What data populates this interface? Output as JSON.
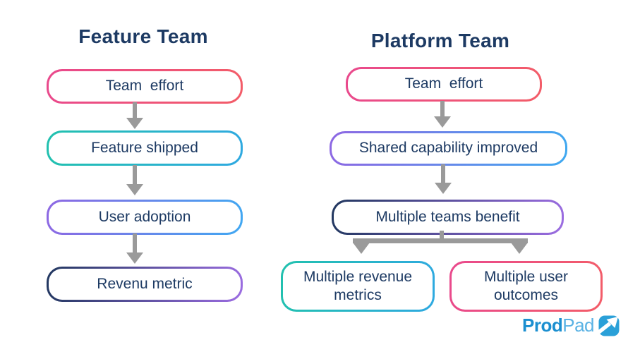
{
  "diagram": {
    "left": {
      "title": "Feature Team",
      "nodes": [
        {
          "label": "Team  effort",
          "grad": [
            "#e9498d",
            "#f35d68"
          ]
        },
        {
          "label": "Feature shipped",
          "grad": [
            "#21c1ae",
            "#2fa9e1"
          ]
        },
        {
          "label": "User adoption",
          "grad": [
            "#8e67e3",
            "#41a8f2"
          ]
        },
        {
          "label": "Revenu metric",
          "grad": [
            "#21375f",
            "#9c6de2"
          ]
        }
      ]
    },
    "right": {
      "title": "Platform Team",
      "nodes": [
        {
          "label": "Team  effort",
          "grad": [
            "#e9498d",
            "#f35d68"
          ]
        },
        {
          "label": "Shared capability improved",
          "grad": [
            "#8e67e3",
            "#3fa9f0"
          ]
        },
        {
          "label": "Multiple teams benefit",
          "grad": [
            "#21375f",
            "#9c6de2"
          ]
        },
        {
          "label": "Multiple revenue metrics",
          "grad": [
            "#21c1ae",
            "#2fa9e1"
          ]
        },
        {
          "label": "Multiple user outcomes",
          "grad": [
            "#e9498d",
            "#f35d68"
          ]
        }
      ]
    }
  },
  "logo": {
    "brand_bold": "Prod",
    "brand_light": "Pad",
    "icon": "arrow-up-right-icon"
  },
  "theme": {
    "text": "#1d3a63",
    "arrow": "#9a9a9a",
    "brand-bold": "#1b8fd0",
    "brand-light": "#5ab2e4",
    "icon": "#2aa0d8"
  }
}
